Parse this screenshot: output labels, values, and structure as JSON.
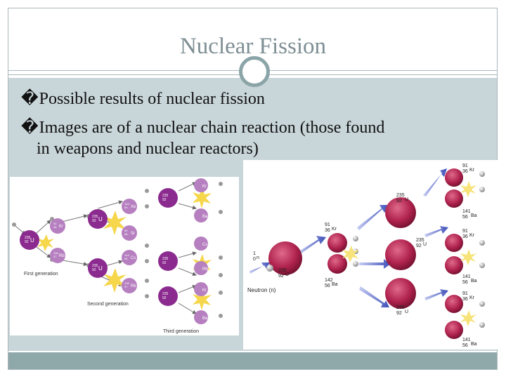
{
  "slide": {
    "title": "Nuclear Fission",
    "bullets": [
      {
        "mark": "�",
        "line1": "Possible results of nuclear fission",
        "line2": ""
      },
      {
        "mark": "�",
        "line1": "Images are of a nuclear chain reaction (those found",
        "line2": "in weapons and nuclear reactors)"
      }
    ]
  },
  "left_diagram": {
    "first_generation": "First generation",
    "second_generation": "Second generation",
    "third_generation": "Third generation",
    "labels": {
      "u235": "U",
      "u235_mass": "235",
      "u235_z": "92",
      "kr": "Kr",
      "kr_mass": "92",
      "kr_z": "36",
      "rb": "Rb",
      "rb_mass": "139",
      "rb_z": "37",
      "xe": "Xe",
      "xe_mass": "144",
      "xe_z": "54",
      "sr": "Sr",
      "sr_mass": "90",
      "sr_z": "38",
      "cs": "Cs",
      "cs_mass": "144",
      "cs_z": "55",
      "ba": "Ba",
      "ba_mass": "141",
      "ba_z": "56"
    }
  },
  "right_diagram": {
    "neutron_label": "Neutron (n)",
    "n": "n",
    "n_mass": "1",
    "n_z": "0",
    "u": "U",
    "u_mass": "235",
    "u_z": "92",
    "kr": "Kr",
    "kr_mass": "91",
    "kr_z": "36",
    "ba": "Ba",
    "ba_mass": "142",
    "ba_z": "56",
    "ba2_mass": "141"
  },
  "colors": {
    "title": "#7e8e93",
    "content_bg": "#c8d5d9",
    "footer": "#8fa9ab",
    "nucleus_purple": "#8b2a8f",
    "daughter_purple": "#b67fc0",
    "star_yellow": "#f6d64a",
    "arrow_blue": "#4a5fc0",
    "right_nucleus": "#b0234f"
  }
}
